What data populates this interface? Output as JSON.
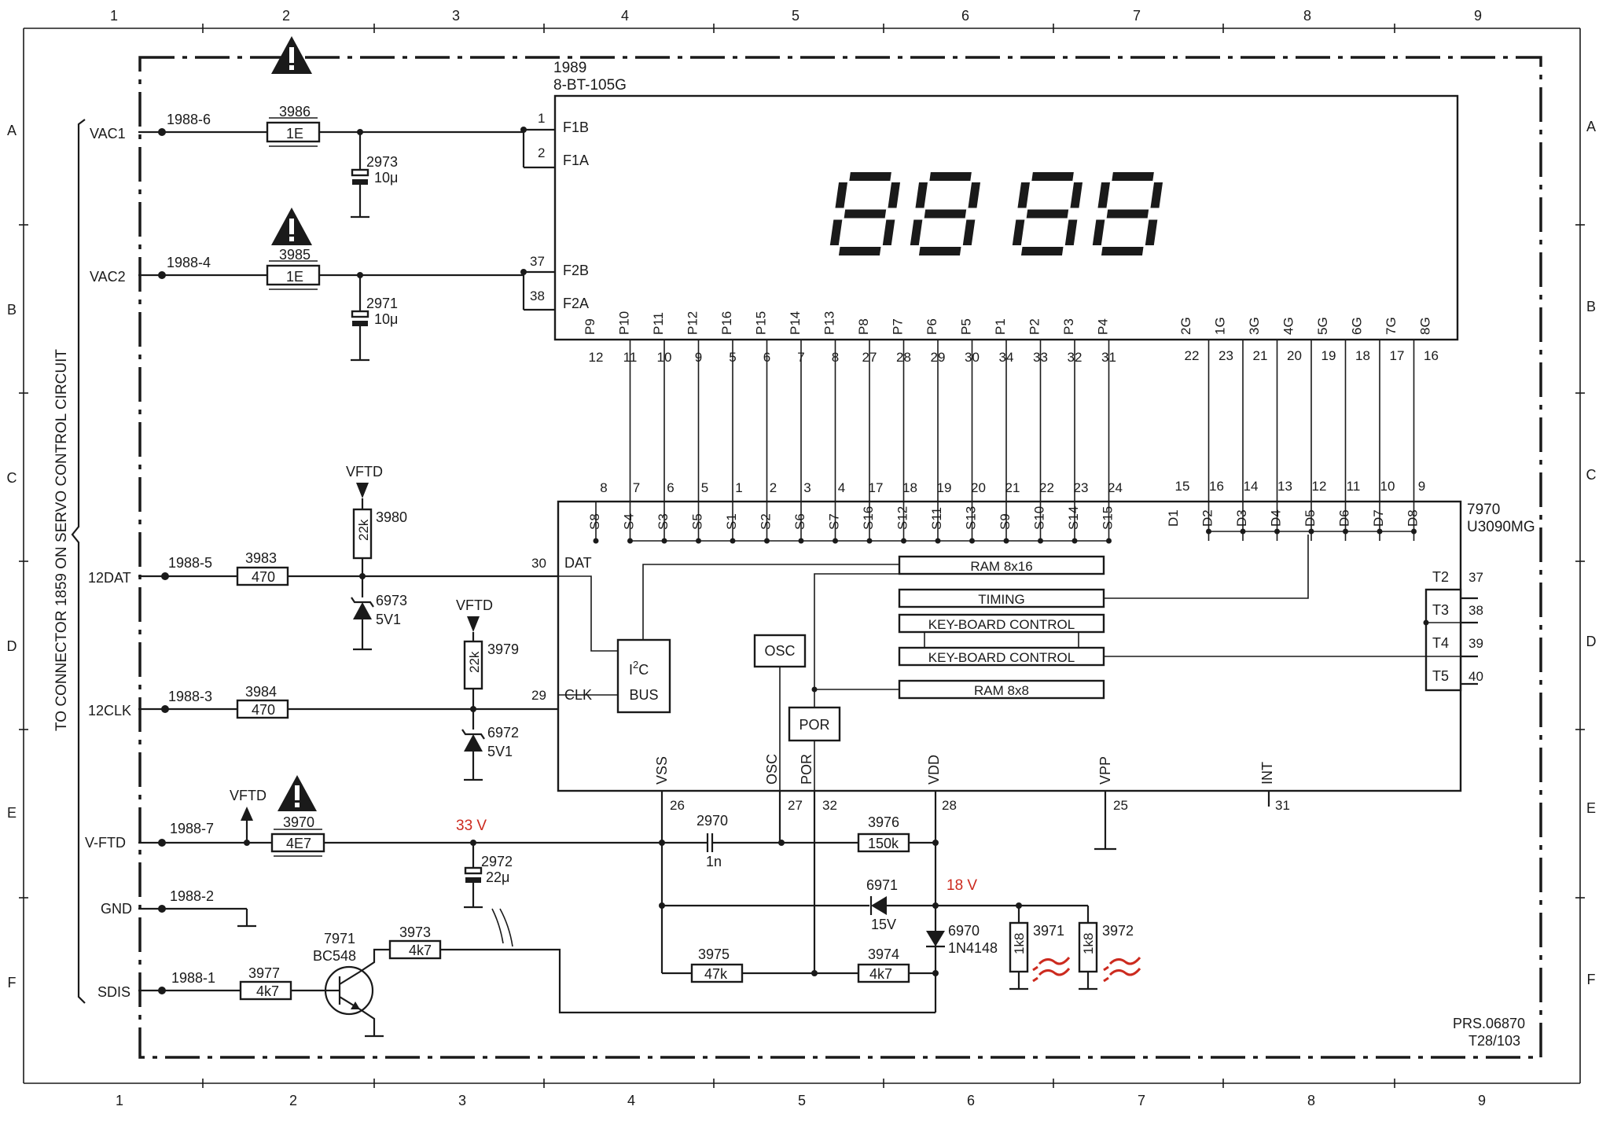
{
  "grid": {
    "columns": [
      "1",
      "2",
      "3",
      "4",
      "5",
      "6",
      "7",
      "8",
      "9"
    ],
    "rows": [
      "A",
      "B",
      "C",
      "D",
      "E",
      "F"
    ]
  },
  "side_label": "TO CONNECTOR 1859 ON SERVO CONTROL CIRCUIT",
  "display": {
    "ref": "1989",
    "type": "8-BT-105G",
    "digits": "88 88",
    "filament_pins": [
      {
        "num": "1",
        "name": "F1B"
      },
      {
        "num": "2",
        "name": "F1A"
      },
      {
        "num": "37",
        "name": "F2B"
      },
      {
        "num": "38",
        "name": "F2A"
      }
    ],
    "segment_pins": [
      {
        "name": "P9",
        "num": "12"
      },
      {
        "name": "P10",
        "num": "11"
      },
      {
        "name": "P11",
        "num": "10"
      },
      {
        "name": "P12",
        "num": "9"
      },
      {
        "name": "P16",
        "num": "5"
      },
      {
        "name": "P15",
        "num": "6"
      },
      {
        "name": "P14",
        "num": "7"
      },
      {
        "name": "P13",
        "num": "8"
      },
      {
        "name": "P8",
        "num": "27"
      },
      {
        "name": "P7",
        "num": "28"
      },
      {
        "name": "P6",
        "num": "29"
      },
      {
        "name": "P5",
        "num": "30"
      },
      {
        "name": "P1",
        "num": "34"
      },
      {
        "name": "P2",
        "num": "33"
      },
      {
        "name": "P3",
        "num": "32"
      },
      {
        "name": "P4",
        "num": "31"
      }
    ],
    "grid_pins": [
      {
        "name": "2G",
        "num": "22"
      },
      {
        "name": "1G",
        "num": "23"
      },
      {
        "name": "3G",
        "num": "21"
      },
      {
        "name": "4G",
        "num": "20"
      },
      {
        "name": "5G",
        "num": "19"
      },
      {
        "name": "6G",
        "num": "18"
      },
      {
        "name": "7G",
        "num": "17"
      },
      {
        "name": "8G",
        "num": "16"
      }
    ]
  },
  "ic": {
    "ref": "7970",
    "type": "U3090MG",
    "segment_outputs": [
      {
        "name": "S8",
        "num": "8"
      },
      {
        "name": "S4",
        "num": "7"
      },
      {
        "name": "S3",
        "num": "6"
      },
      {
        "name": "S5",
        "num": "5"
      },
      {
        "name": "S1",
        "num": "1"
      },
      {
        "name": "S2",
        "num": "2"
      },
      {
        "name": "S6",
        "num": "3"
      },
      {
        "name": "S7",
        "num": "4"
      },
      {
        "name": "S16",
        "num": "17"
      },
      {
        "name": "S12",
        "num": "18"
      },
      {
        "name": "S11",
        "num": "19"
      },
      {
        "name": "S13",
        "num": "20"
      },
      {
        "name": "S9",
        "num": "21"
      },
      {
        "name": "S10",
        "num": "22"
      },
      {
        "name": "S14",
        "num": "23"
      },
      {
        "name": "S15",
        "num": "24"
      }
    ],
    "digit_outputs": [
      {
        "name": "D1",
        "num": "15"
      },
      {
        "name": "D2",
        "num": "16"
      },
      {
        "name": "D3",
        "num": "14"
      },
      {
        "name": "D4",
        "num": "13"
      },
      {
        "name": "D5",
        "num": "12"
      },
      {
        "name": "D6",
        "num": "11"
      },
      {
        "name": "D7",
        "num": "10"
      },
      {
        "name": "D8",
        "num": "9"
      }
    ],
    "blocks": [
      "RAM 8x16",
      "TIMING",
      "KEY-BOARD CONTROL",
      "KEY-BOARD CONTROL",
      "RAM 8x8"
    ],
    "osc": "OSC",
    "por": "POR",
    "i2c_line1": "I",
    "i2c_sup": "2",
    "i2c_c": "C",
    "i2c_line2": "BUS",
    "pin_dat": {
      "num": "30",
      "name": "DAT"
    },
    "pin_clk": {
      "num": "29",
      "name": "CLK"
    },
    "test_pins": [
      {
        "name": "T2",
        "num": "37"
      },
      {
        "name": "T3",
        "num": "38"
      },
      {
        "name": "T4",
        "num": "39"
      },
      {
        "name": "T5",
        "num": "40"
      }
    ],
    "bottom_pins": [
      {
        "name": "VSS",
        "num": "26"
      },
      {
        "name": "OSC",
        "num": "27"
      },
      {
        "name": "POR",
        "num": "32"
      },
      {
        "name": "VDD",
        "num": "28"
      },
      {
        "name": "VPP",
        "num": "25"
      },
      {
        "name": "INT",
        "num": "31"
      }
    ]
  },
  "connector": [
    {
      "signal": "VAC1",
      "pin": "1988-6"
    },
    {
      "signal": "VAC2",
      "pin": "1988-4"
    },
    {
      "signal": "12DAT",
      "pin": "1988-5"
    },
    {
      "signal": "12CLK",
      "pin": "1988-3"
    },
    {
      "signal": "V-FTD",
      "pin": "1988-7"
    },
    {
      "signal": "GND",
      "pin": "1988-2"
    },
    {
      "signal": "SDIS",
      "pin": "1988-1"
    }
  ],
  "components": {
    "r3986": {
      "ref": "3986",
      "value": "1E"
    },
    "r3985": {
      "ref": "3985",
      "value": "1E"
    },
    "c2973": {
      "ref": "2973",
      "value": "10μ"
    },
    "c2971": {
      "ref": "2971",
      "value": "10μ"
    },
    "r3983": {
      "ref": "3983",
      "value": "470"
    },
    "r3984": {
      "ref": "3984",
      "value": "470"
    },
    "r3980": {
      "ref": "3980",
      "value": "22k"
    },
    "r3979": {
      "ref": "3979",
      "value": "22k"
    },
    "d6973": {
      "ref": "6973",
      "value": "5V1"
    },
    "d6972": {
      "ref": "6972",
      "value": "5V1"
    },
    "r3970": {
      "ref": "3970",
      "value": "4E7"
    },
    "c2972": {
      "ref": "2972",
      "value": "22μ"
    },
    "c2970": {
      "ref": "2970",
      "value": "1n"
    },
    "r3976": {
      "ref": "3976",
      "value": "150k"
    },
    "d6971": {
      "ref": "6971",
      "value": "15V"
    },
    "d6970": {
      "ref": "6970",
      "value": "1N4148"
    },
    "r3971": {
      "ref": "3971",
      "value": "1k8"
    },
    "r3972": {
      "ref": "3972",
      "value": "1k8"
    },
    "r3975": {
      "ref": "3975",
      "value": "47k"
    },
    "r3974": {
      "ref": "3974",
      "value": "4k7"
    },
    "r3973": {
      "ref": "3973",
      "value": "4k7"
    },
    "r3977": {
      "ref": "3977",
      "value": "4k7"
    },
    "t7971": {
      "ref": "7971",
      "value": "BC548"
    }
  },
  "vftd_label": "VFTD",
  "voltages": {
    "v_ftd": "33 V",
    "vdd": "18 V"
  },
  "footer": {
    "code": "PRS.06870",
    "page": "T28/103"
  },
  "colors": {
    "ink": "#1a1a1a",
    "annotation": "#cc2a1e"
  }
}
